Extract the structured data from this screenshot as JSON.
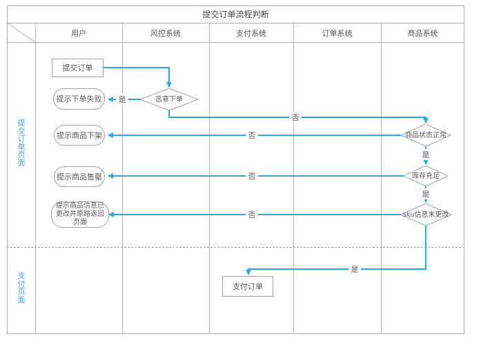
{
  "title": "提交订单流程判断",
  "lanes": [
    {
      "label": "用户"
    },
    {
      "label": "风控系统"
    },
    {
      "label": "支付系统"
    },
    {
      "label": "订单系统"
    },
    {
      "label": "商品系统"
    }
  ],
  "sections": [
    {
      "label": "提交订单页面"
    },
    {
      "label": "支付页面"
    }
  ],
  "nodes": {
    "submit_order": {
      "label": "提交订单",
      "type": "process",
      "lane": "用户"
    },
    "malicious_order": {
      "label": "恶意下单",
      "type": "decision",
      "lane": "风控系统"
    },
    "order_fail": {
      "label": "提示下单失败",
      "type": "terminator",
      "lane": "用户"
    },
    "product_offshelf": {
      "label": "提示商品下架",
      "type": "terminator",
      "lane": "用户"
    },
    "product_soldout": {
      "label": "提示商品售罄",
      "type": "terminator",
      "lane": "用户"
    },
    "product_info_changed": {
      "label": "提示商品信息已更改并原路返回页面",
      "type": "terminator",
      "lane": "用户"
    },
    "product_status_ok": {
      "label": "商品状态正常",
      "type": "decision",
      "lane": "商品系统"
    },
    "stock_sufficient": {
      "label": "库存充足",
      "type": "decision",
      "lane": "商品系统"
    },
    "sku_unchanged": {
      "label": "sku信息未更改",
      "type": "decision",
      "lane": "商品系统"
    },
    "pay_order": {
      "label": "支付订单",
      "type": "process",
      "lane": "支付系统"
    }
  },
  "edges": [
    {
      "from": "submit_order",
      "to": "malicious_order",
      "label": ""
    },
    {
      "from": "malicious_order",
      "to": "order_fail",
      "label": "是"
    },
    {
      "from": "malicious_order",
      "to": "product_status_ok",
      "label": "否"
    },
    {
      "from": "product_status_ok",
      "to": "product_offshelf",
      "label": "否"
    },
    {
      "from": "product_status_ok",
      "to": "stock_sufficient",
      "label": "是"
    },
    {
      "from": "stock_sufficient",
      "to": "product_soldout",
      "label": "否"
    },
    {
      "from": "stock_sufficient",
      "to": "sku_unchanged",
      "label": "是"
    },
    {
      "from": "sku_unchanged",
      "to": "product_info_changed",
      "label": "否"
    },
    {
      "from": "sku_unchanged",
      "to": "pay_order",
      "label": "是"
    }
  ],
  "colors": {
    "flow": "#29a9dc",
    "section_label": "#45a9d6",
    "grid_border": "#a9a9a9",
    "node_border": "#a0a0a0",
    "node_text": "#595959"
  }
}
